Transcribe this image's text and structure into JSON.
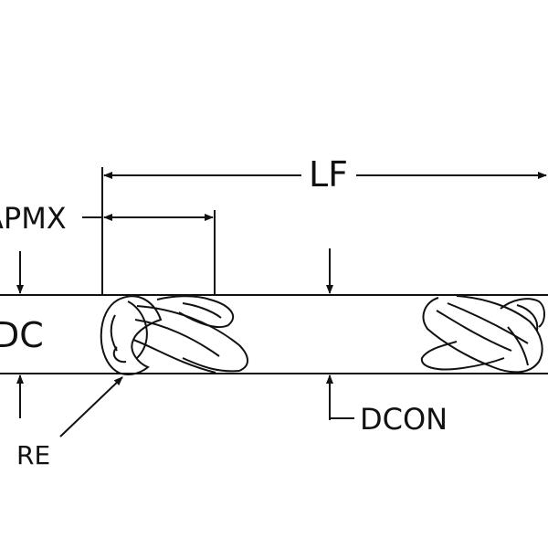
{
  "labels": {
    "lf": "LF",
    "apmx": "APMX",
    "dc": "DC",
    "re": "RE",
    "dcon": "DCON"
  },
  "colors": {
    "ink": "#111111",
    "background": "#ffffff"
  }
}
